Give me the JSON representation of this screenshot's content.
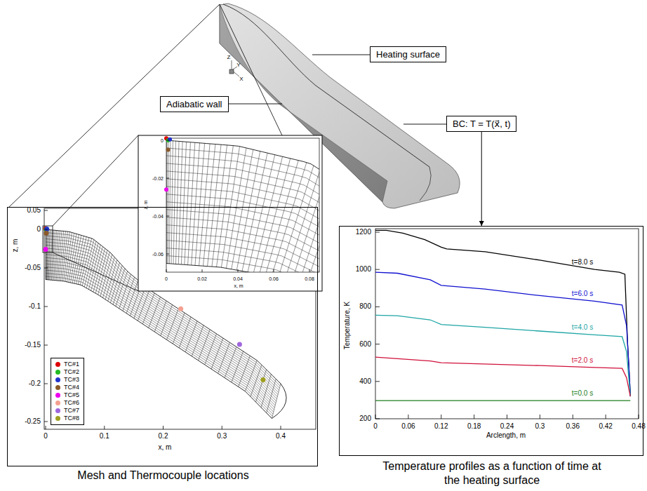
{
  "diagram": {
    "nodes": [
      {
        "text": [
          "Heating surface"
        ]
      },
      {
        "text": [
          "Adiabatic wall"
        ]
      },
      {
        "text": [
          "BC: T = T(x⃗, t)"
        ]
      },
      {
        "text": [
          "Mesh and Thermocouple locations"
        ]
      },
      {
        "text": [
          "Temperature profiles as a function of time at the heating surface"
        ]
      }
    ],
    "edges": [
      {
        "from": 2,
        "to": 4,
        "arrow": "to"
      }
    ],
    "labels": [
      "Z",
      "Y",
      "X",
      "0.05",
      "0",
      "-0.05",
      "-0.1",
      "-0.15",
      "-0.2",
      "-0.25",
      "0",
      "0.1",
      "0.2",
      "0.3",
      "0.4",
      "z, m",
      "x, m",
      "0",
      "-0.02",
      "-0.04",
      "-0.06",
      "0",
      "0.02",
      "0.04",
      "0.06",
      "0.08",
      "z, m",
      "x, m",
      "200",
      "400",
      "600",
      "800",
      "1000",
      "1200",
      "0",
      "0.06",
      "0.12",
      "0.18",
      "0.24",
      "0.3",
      "0.36",
      "0.42",
      "0.48",
      "Temperature, K",
      "Arclength, m",
      "t=8.0 s",
      "t=6.0 s",
      "t=4.0 s",
      "t=2.0 s",
      "t=0.0 s"
    ],
    "legend": [
      {
        "text": "TC#1",
        "color": "#dd0000"
      },
      {
        "text": "TC#2",
        "color": "#22bb22"
      },
      {
        "text": "TC#3",
        "color": "#2233cc"
      },
      {
        "text": "TC#4",
        "color": "#8b5a2b"
      },
      {
        "text": "TC#5",
        "color": "#ee00ee"
      },
      {
        "text": "TC#6",
        "color": "#f4a090"
      },
      {
        "text": "TC#7",
        "color": "#a066dd"
      },
      {
        "text": "TC#8",
        "color": "#a0a020"
      }
    ]
  }
}
